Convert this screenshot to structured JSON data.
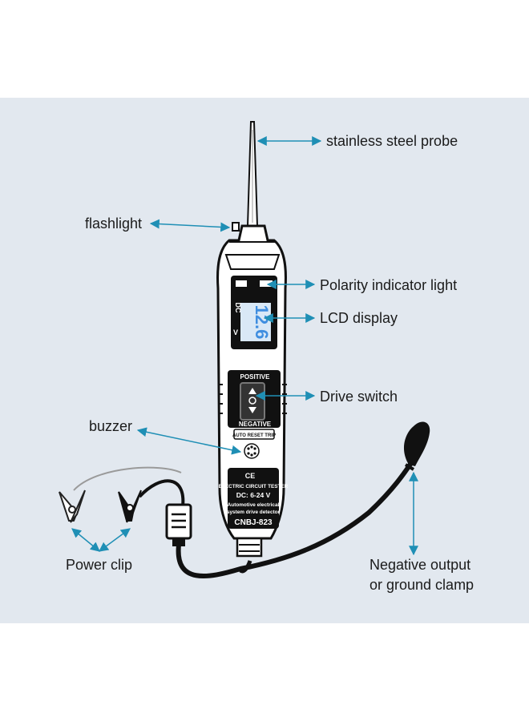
{
  "labels": {
    "probe": "stainless steel probe",
    "flashlight": "flashlight",
    "polarity": "Polarity indicator light",
    "lcd": "LCD display",
    "drive_switch": "Drive switch",
    "buzzer": "buzzer",
    "power_clip": "Power clip",
    "negative_line1": "Negative output",
    "negative_line2": "or ground clamp"
  },
  "device": {
    "lcd_value": "12.6",
    "lcd_unit": "V",
    "lcd_side_text": "DC",
    "positive_label": "POSITIVE",
    "negative_label": "NEGATIVE",
    "button_label": "AUTO RESET TRIP",
    "name_line": "ELECTRIC CIRCUIT TESTER",
    "voltage_line": "DC: 6-24 V",
    "desc_line1": "Automotive electrical",
    "desc_line2": "system drive detector",
    "model": "CNBJ-823",
    "cert_marks": "CE"
  },
  "colors": {
    "panel_bg": "#e2e8ef",
    "arrow": "#1f8fb5",
    "body_outline": "#1a1a1a",
    "lcd_digits": "#3f8ee0"
  }
}
